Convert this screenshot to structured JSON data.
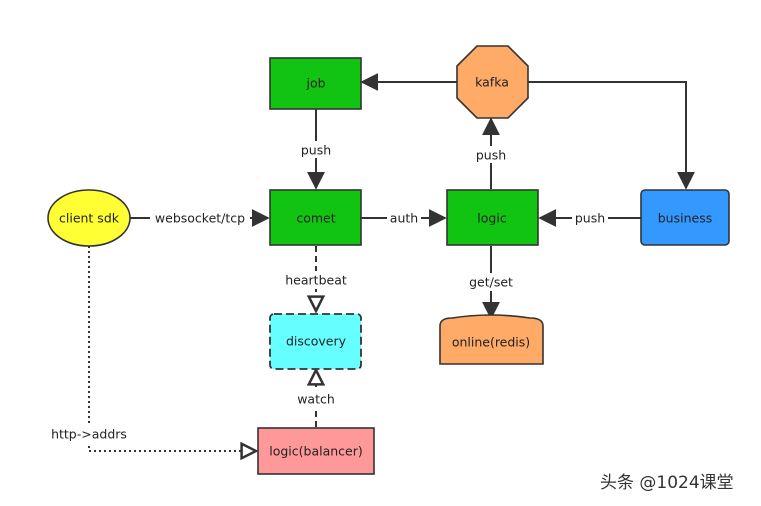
{
  "nodes": {
    "job": "job",
    "kafka": "kafka",
    "client_sdk": "client sdk",
    "comet": "comet",
    "logic": "logic",
    "business": "business",
    "discovery": "discovery",
    "online_redis": "online(redis)",
    "logic_balancer": "logic(balancer)"
  },
  "edges": {
    "job_comet": "push",
    "logic_kafka": "push",
    "client_comet": "websocket/tcp",
    "comet_logic": "auth",
    "business_logic": "push",
    "comet_discovery": "heartbeat",
    "logic_online": "get/set",
    "balancer_discovery": "watch",
    "client_balancer": "http->addrs"
  },
  "watermark": "头条 @1024课堂",
  "colors": {
    "green": "#11c411",
    "orange": "#ffaa66",
    "yellow": "#ffff33",
    "blue": "#3399ff",
    "cyan": "#66ffff",
    "pink": "#ff9999"
  }
}
